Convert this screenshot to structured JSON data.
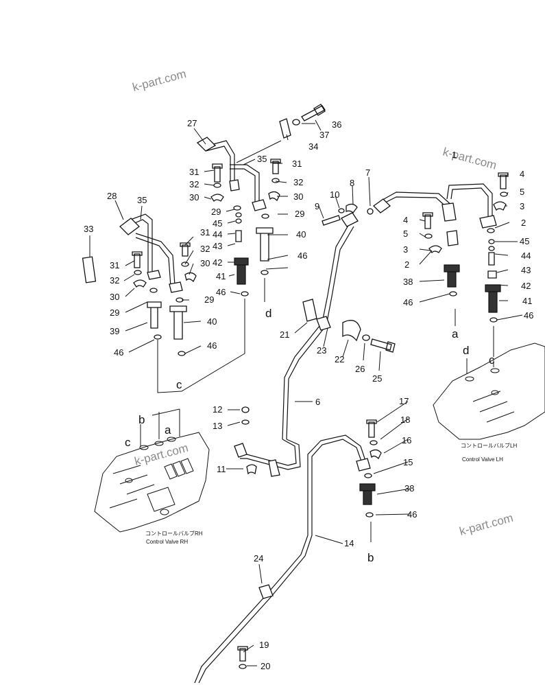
{
  "watermarks": {
    "top_left": "k-part.com",
    "top_right": "k-part.com",
    "center": "k-part.com",
    "bottom_right": "k-part.com"
  },
  "valves": {
    "rh_caption_jp": "コントロールバルブRH",
    "rh_caption_en": "Control Valve RH",
    "lh_caption_jp": "コントロールバルブLH",
    "lh_caption_en": "Control Valve LH"
  },
  "port_letters": {
    "a_rh": "a",
    "b_rh": "b",
    "c_rh": "c",
    "a_lh": "a",
    "c_lh": "c",
    "d_lh": "d",
    "c_hose": "c",
    "d_hose": "d",
    "b_hose": "b",
    "a_hose": "a"
  },
  "callouts": {
    "p1": "1",
    "p2a": "2",
    "p2b": "2",
    "p3a": "3",
    "p3b": "3",
    "p4a": "4",
    "p4b": "4",
    "p5a": "5",
    "p5b": "5",
    "p6": "6",
    "p7": "7",
    "p8": "8",
    "p9": "9",
    "p10": "10",
    "p11": "11",
    "p12": "12",
    "p13": "13",
    "p14": "14",
    "p15": "15",
    "p16": "16",
    "p17": "17",
    "p18": "18",
    "p19": "19",
    "p20": "20",
    "p21": "21",
    "p22": "22",
    "p23": "23",
    "p24": "24",
    "p25": "25",
    "p26": "26",
    "p27": "27",
    "p28": "28",
    "p29a": "29",
    "p29b": "29",
    "p29c": "29",
    "p29d": "29",
    "p30a": "30",
    "p30b": "30",
    "p30c": "30",
    "p30d": "30",
    "p31a": "31",
    "p31b": "31",
    "p31c": "31",
    "p31d": "31",
    "p32a": "32",
    "p32b": "32",
    "p32c": "32",
    "p32d": "32",
    "p33": "33",
    "p34": "34",
    "p35a": "35",
    "p35b": "35",
    "p36": "36",
    "p37": "37",
    "p38a": "38",
    "p38b": "38",
    "p39": "39",
    "p40a": "40",
    "p40b": "40",
    "p41a": "41",
    "p41b": "41",
    "p42a": "42",
    "p42b": "42",
    "p43a": "43",
    "p43b": "43",
    "p44a": "44",
    "p44b": "44",
    "p45a": "45",
    "p45b": "45",
    "p46a": "46",
    "p46b": "46",
    "p46c": "46",
    "p46d": "46",
    "p46e": "46",
    "p46f": "46",
    "p46g": "46"
  }
}
